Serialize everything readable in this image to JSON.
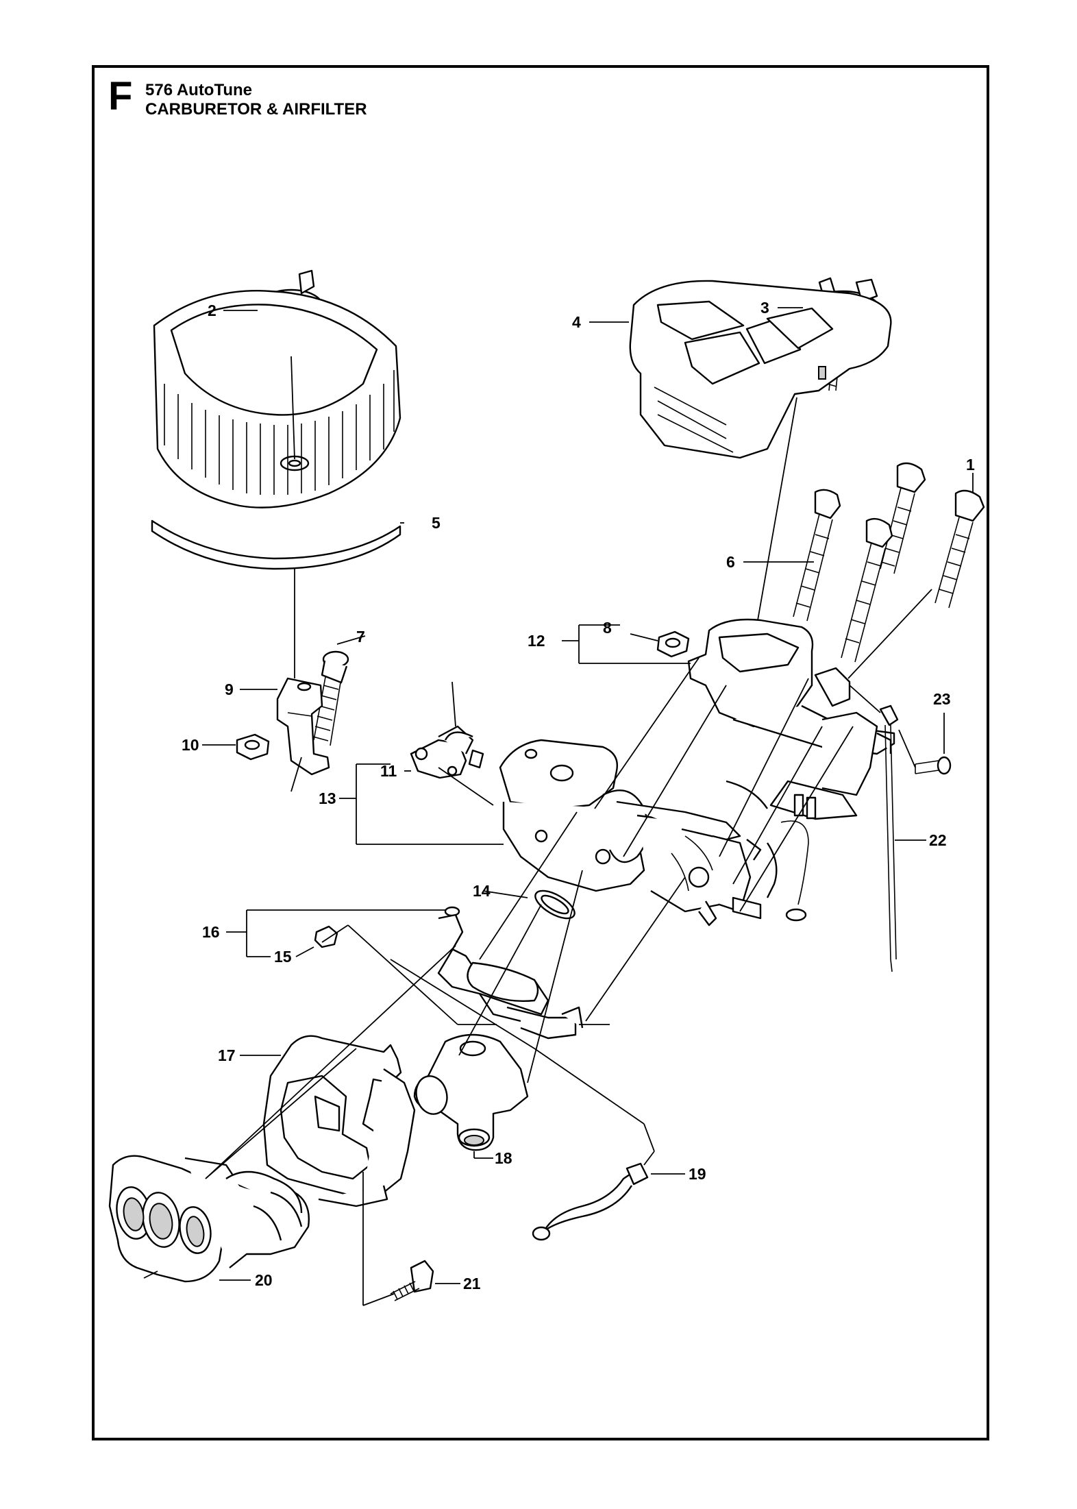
{
  "header": {
    "section_letter": "F",
    "model": "576 AutoTune",
    "title": "CARBURETOR & AIRFILTER"
  },
  "callouts": {
    "c1": "1",
    "c2": "2",
    "c3": "3",
    "c4": "4",
    "c5": "5",
    "c6": "6",
    "c7": "7",
    "c8": "8",
    "c9": "9",
    "c10": "10",
    "c11": "11",
    "c12": "12",
    "c13": "13",
    "c14": "14",
    "c15": "15",
    "c16": "16",
    "c17": "17",
    "c18": "18",
    "c19": "19",
    "c20": "20",
    "c21": "21",
    "c22": "22",
    "c23": "23"
  }
}
